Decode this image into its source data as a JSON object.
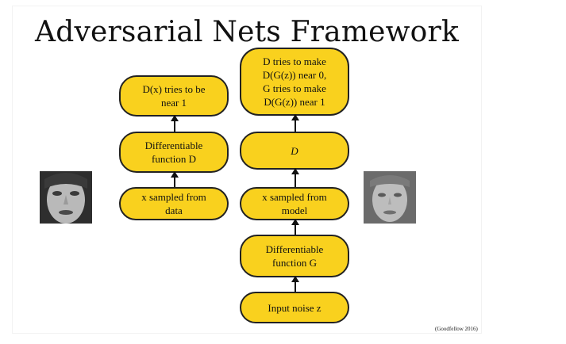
{
  "title": "Adversarial Nets Framework",
  "credit": "(Goodfellow 2016)",
  "colors": {
    "node_fill": "#f9d11e",
    "node_border": "#222222"
  },
  "left_column": {
    "top": "D(x) tries to be\nnear 1",
    "middle": "Differentiable\nfunction D",
    "bottom": "x sampled from\ndata"
  },
  "right_column": {
    "top": "D tries to make\nD(G(z)) near 0,\nG tries to make\nD(G(z)) near 1",
    "discriminator": "D",
    "sample": "x sampled from\nmodel",
    "generator": "Differentiable\nfunction G",
    "noise": "Input noise z"
  },
  "images": {
    "left": "real-face-photo",
    "right": "generated-face-photo"
  }
}
